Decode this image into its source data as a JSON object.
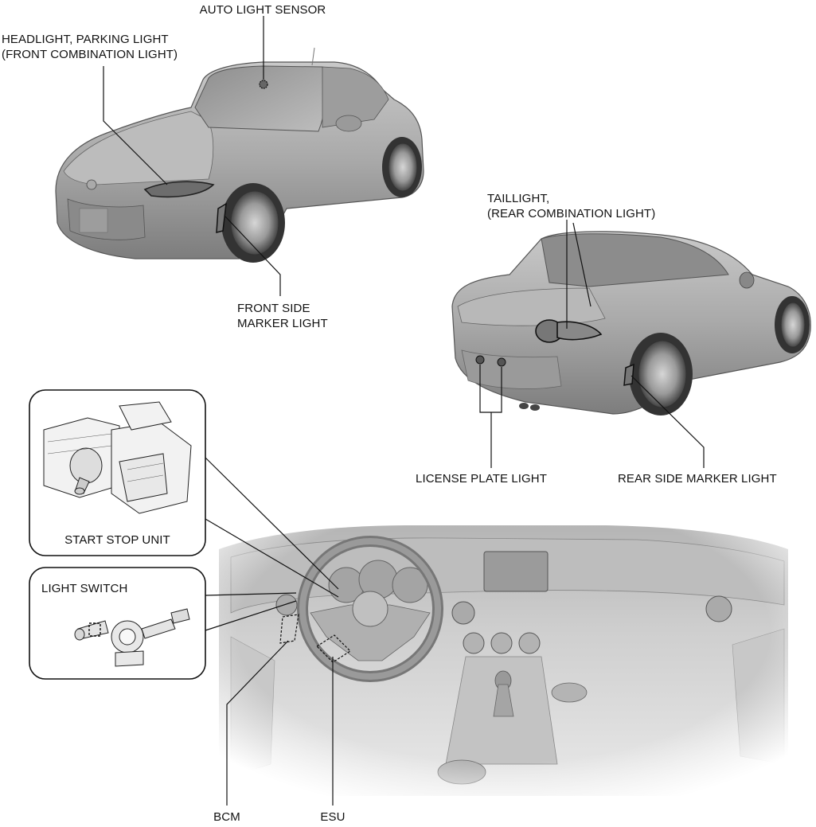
{
  "labels": {
    "auto_light_sensor": "AUTO LIGHT SENSOR",
    "headlight_line1": "HEADLIGHT, PARKING LIGHT",
    "headlight_line2": "(FRONT COMBINATION LIGHT)",
    "taillight_line1": "TAILLIGHT,",
    "taillight_line2": "(REAR COMBINATION LIGHT)",
    "front_side_marker_line1": "FRONT SIDE",
    "front_side_marker_line2": "MARKER LIGHT",
    "license_plate_light": "LICENSE PLATE LIGHT",
    "rear_side_marker_light": "REAR SIDE MARKER LIGHT",
    "start_stop_unit": "START STOP UNIT",
    "light_switch": "LIGHT SWITCH",
    "bcm": "BCM",
    "esu": "ESU"
  }
}
